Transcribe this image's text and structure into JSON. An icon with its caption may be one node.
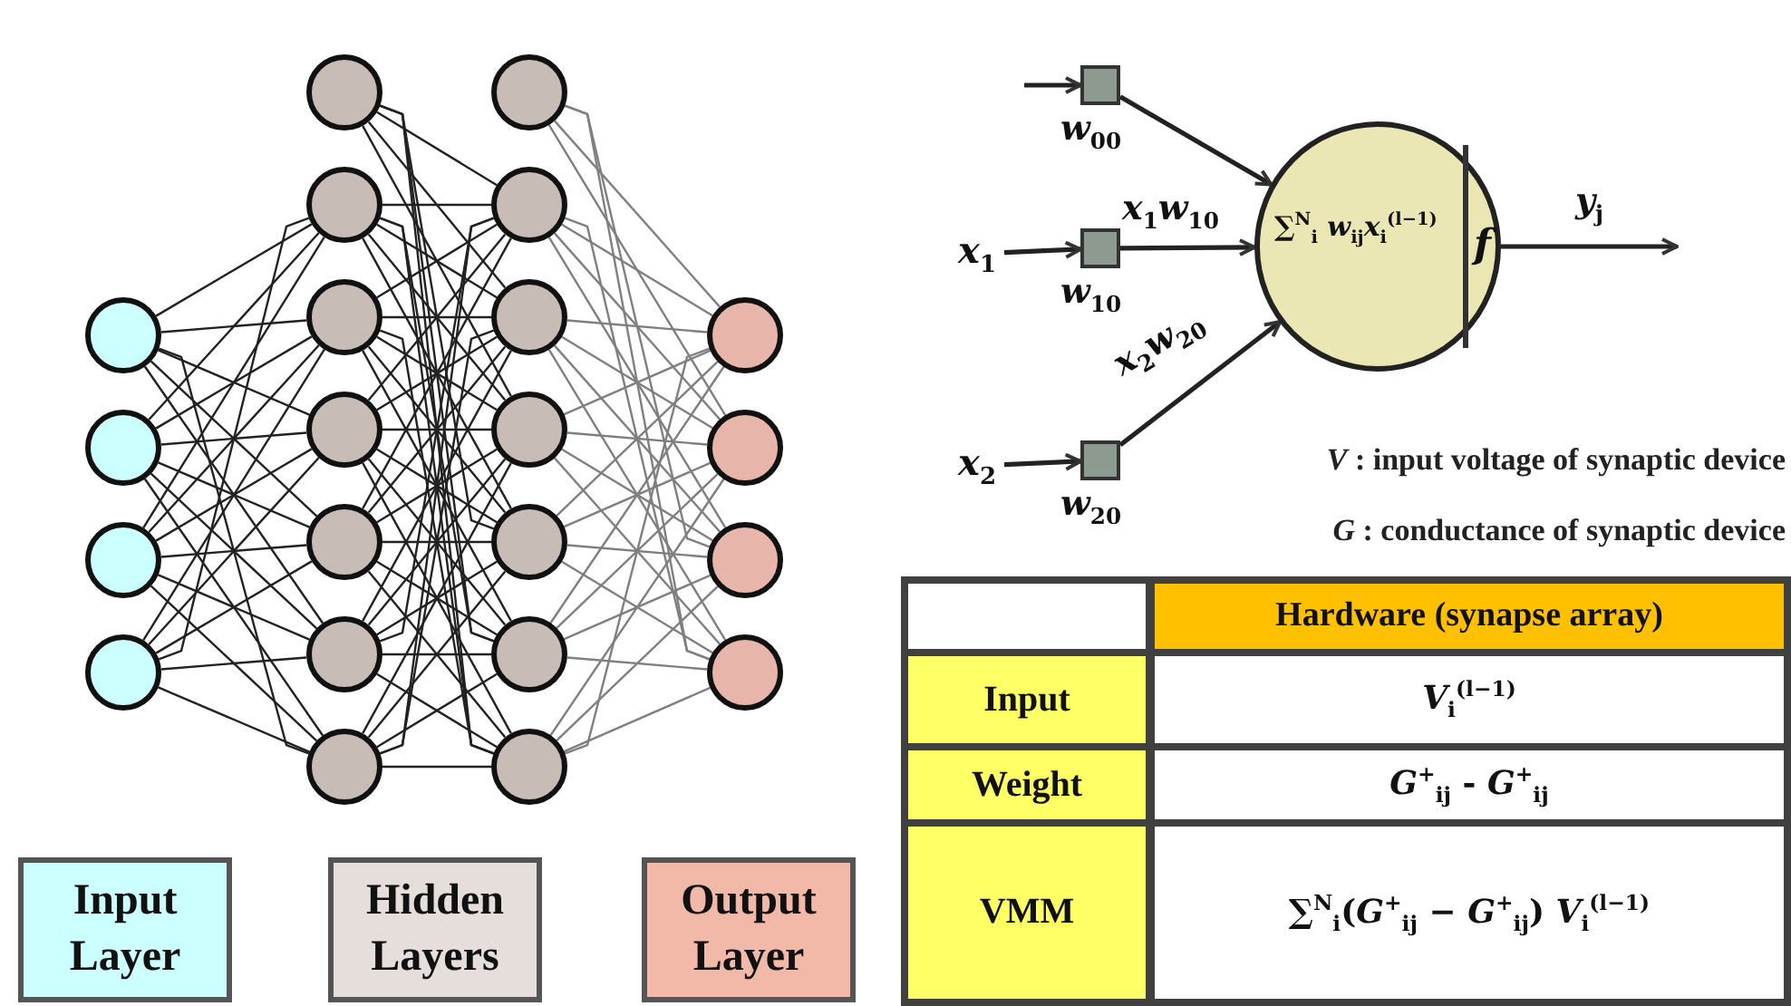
{
  "diagram": {
    "nodes": [
      {
        "text": [],
        "shape": "circle"
      },
      {
        "text": [],
        "shape": "circle"
      },
      {
        "text": [],
        "shape": "circle"
      },
      {
        "text": [],
        "shape": "circle"
      },
      {
        "text": [],
        "shape": "circle"
      },
      {
        "text": [],
        "shape": "circle"
      },
      {
        "text": [],
        "shape": "circle"
      },
      {
        "text": [],
        "shape": "circle"
      },
      {
        "text": [],
        "shape": "circle"
      },
      {
        "text": [],
        "shape": "circle"
      },
      {
        "text": [],
        "shape": "circle"
      },
      {
        "text": [],
        "shape": "circle"
      },
      {
        "text": [],
        "shape": "circle"
      },
      {
        "text": [],
        "shape": "circle"
      },
      {
        "text": [],
        "shape": "circle"
      },
      {
        "text": [],
        "shape": "circle"
      },
      {
        "text": [],
        "shape": "circle"
      },
      {
        "text": [],
        "shape": "circle"
      },
      {
        "text": [],
        "shape": "circle"
      },
      {
        "text": [],
        "shape": "circle"
      },
      {
        "text": [],
        "shape": "circle"
      },
      {
        "text": [],
        "shape": "circle"
      },
      {
        "text": [
          "Input Layer"
        ]
      },
      {
        "text": [
          "Hidden Layers"
        ]
      },
      {
        "text": [
          "Output Layer"
        ]
      },
      {
        "text": [
          "*w*$_{00}$"
        ]
      },
      {
        "text": [
          "*x*$_{1}$"
        ]
      },
      {
        "text": [
          "*w*$_{10}$"
        ]
      },
      {
        "text": [
          "∑$^{N}$$_{i}$ *w*$_{ij}$*x*$_{i}$$^{(l−1)}$",
          "*f*"
        ]
      },
      {
        "text": [
          "*x*$_{2}$"
        ]
      },
      {
        "text": [
          "*w*$_{20}$"
        ]
      }
    ],
    "edges": [
      {
        "from": 0,
        "to": 5,
        "arrow": "none"
      },
      {
        "from": 0,
        "to": 6,
        "arrow": "none"
      },
      {
        "from": 0,
        "to": 7,
        "arrow": "none"
      },
      {
        "from": 0,
        "to": 8,
        "arrow": "none"
      },
      {
        "from": 0,
        "to": 9,
        "arrow": "none"
      },
      {
        "from": 0,
        "to": 10,
        "arrow": "none"
      },
      {
        "from": 1,
        "to": 5,
        "arrow": "none"
      },
      {
        "from": 1,
        "to": 6,
        "arrow": "none"
      },
      {
        "from": 1,
        "to": 7,
        "arrow": "none"
      },
      {
        "from": 1,
        "to": 8,
        "arrow": "none"
      },
      {
        "from": 1,
        "to": 9,
        "arrow": "none"
      },
      {
        "from": 1,
        "to": 10,
        "arrow": "none"
      },
      {
        "from": 2,
        "to": 5,
        "arrow": "none"
      },
      {
        "from": 2,
        "to": 6,
        "arrow": "none"
      },
      {
        "from": 2,
        "to": 7,
        "arrow": "none"
      },
      {
        "from": 2,
        "to": 8,
        "arrow": "none"
      },
      {
        "from": 2,
        "to": 9,
        "arrow": "none"
      },
      {
        "from": 2,
        "to": 10,
        "arrow": "none"
      },
      {
        "from": 3,
        "to": 5,
        "arrow": "none"
      },
      {
        "from": 3,
        "to": 6,
        "arrow": "none"
      },
      {
        "from": 3,
        "to": 7,
        "arrow": "none"
      },
      {
        "from": 3,
        "to": 8,
        "arrow": "none"
      },
      {
        "from": 3,
        "to": 9,
        "arrow": "none"
      },
      {
        "from": 3,
        "to": 10,
        "arrow": "none"
      },
      {
        "from": 4,
        "to": 12,
        "arrow": "none"
      },
      {
        "from": 4,
        "to": 13,
        "arrow": "none"
      },
      {
        "from": 4,
        "to": 14,
        "arrow": "none"
      },
      {
        "from": 4,
        "to": 15,
        "arrow": "none"
      },
      {
        "from": 4,
        "to": 16,
        "arrow": "none"
      },
      {
        "from": 4,
        "to": 17,
        "arrow": "none"
      },
      {
        "from": 5,
        "to": 12,
        "arrow": "none"
      },
      {
        "from": 5,
        "to": 13,
        "arrow": "none"
      },
      {
        "from": 5,
        "to": 14,
        "arrow": "none"
      },
      {
        "from": 5,
        "to": 15,
        "arrow": "none"
      },
      {
        "from": 5,
        "to": 16,
        "arrow": "none"
      },
      {
        "from": 5,
        "to": 17,
        "arrow": "none"
      },
      {
        "from": 6,
        "to": 12,
        "arrow": "none"
      },
      {
        "from": 6,
        "to": 13,
        "arrow": "none"
      },
      {
        "from": 6,
        "to": 14,
        "arrow": "none"
      },
      {
        "from": 6,
        "to": 15,
        "arrow": "none"
      },
      {
        "from": 6,
        "to": 16,
        "arrow": "none"
      },
      {
        "from": 6,
        "to": 17,
        "arrow": "none"
      },
      {
        "from": 7,
        "to": 12,
        "arrow": "none"
      },
      {
        "from": 7,
        "to": 13,
        "arrow": "none"
      },
      {
        "from": 7,
        "to": 14,
        "arrow": "none"
      },
      {
        "from": 7,
        "to": 15,
        "arrow": "none"
      },
      {
        "from": 7,
        "to": 16,
        "arrow": "none"
      },
      {
        "from": 7,
        "to": 17,
        "arrow": "none"
      },
      {
        "from": 8,
        "to": 12,
        "arrow": "none"
      },
      {
        "from": 8,
        "to": 13,
        "arrow": "none"
      },
      {
        "from": 8,
        "to": 14,
        "arrow": "none"
      },
      {
        "from": 8,
        "to": 15,
        "arrow": "none"
      },
      {
        "from": 8,
        "to": 16,
        "arrow": "none"
      },
      {
        "from": 8,
        "to": 17,
        "arrow": "none"
      },
      {
        "from": 9,
        "to": 12,
        "arrow": "none"
      },
      {
        "from": 9,
        "to": 13,
        "arrow": "none"
      },
      {
        "from": 9,
        "to": 14,
        "arrow": "none"
      },
      {
        "from": 9,
        "to": 15,
        "arrow": "none"
      },
      {
        "from": 9,
        "to": 16,
        "arrow": "none"
      },
      {
        "from": 9,
        "to": 17,
        "arrow": "none"
      },
      {
        "from": 10,
        "to": 12,
        "arrow": "none"
      },
      {
        "from": 10,
        "to": 13,
        "arrow": "none"
      },
      {
        "from": 10,
        "to": 14,
        "arrow": "none"
      },
      {
        "from": 10,
        "to": 15,
        "arrow": "none"
      },
      {
        "from": 10,
        "to": 16,
        "arrow": "none"
      },
      {
        "from": 10,
        "to": 17,
        "arrow": "none"
      },
      {
        "from": 11,
        "to": 18,
        "arrow": "none",
        "color": "#7f7f7f"
      },
      {
        "from": 11,
        "to": 19,
        "arrow": "none",
        "color": "#7f7f7f"
      },
      {
        "from": 11,
        "to": 20,
        "arrow": "none",
        "color": "#7f7f7f"
      },
      {
        "from": 11,
        "to": 21,
        "arrow": "none",
        "color": "#7f7f7f"
      },
      {
        "from": 12,
        "to": 18,
        "arrow": "none",
        "color": "#7f7f7f"
      },
      {
        "from": 12,
        "to": 19,
        "arrow": "none",
        "color": "#7f7f7f"
      },
      {
        "from": 12,
        "to": 20,
        "arrow": "none",
        "color": "#7f7f7f"
      },
      {
        "from": 12,
        "to": 21,
        "arrow": "none",
        "color": "#7f7f7f"
      },
      {
        "from": 13,
        "to": 18,
        "arrow": "none",
        "color": "#7f7f7f"
      },
      {
        "from": 13,
        "to": 19,
        "arrow": "none",
        "color": "#7f7f7f"
      },
      {
        "from": 13,
        "to": 20,
        "arrow": "none",
        "color": "#7f7f7f"
      },
      {
        "from": 13,
        "to": 21,
        "arrow": "none",
        "color": "#7f7f7f"
      },
      {
        "from": 14,
        "to": 18,
        "arrow": "none",
        "color": "#7f7f7f"
      },
      {
        "from": 14,
        "to": 19,
        "arrow": "none",
        "color": "#7f7f7f"
      },
      {
        "from": 14,
        "to": 20,
        "arrow": "none",
        "color": "#7f7f7f"
      },
      {
        "from": 14,
        "to": 21,
        "arrow": "none",
        "color": "#7f7f7f"
      },
      {
        "from": 15,
        "to": 18,
        "arrow": "none",
        "color": "#7f7f7f"
      },
      {
        "from": 15,
        "to": 19,
        "arrow": "none",
        "color": "#7f7f7f"
      },
      {
        "from": 15,
        "to": 20,
        "arrow": "none",
        "color": "#7f7f7f"
      },
      {
        "from": 15,
        "to": 21,
        "arrow": "none",
        "color": "#7f7f7f"
      },
      {
        "from": 16,
        "to": 18,
        "arrow": "none",
        "color": "#7f7f7f"
      },
      {
        "from": 16,
        "to": 19,
        "arrow": "none",
        "color": "#7f7f7f"
      },
      {
        "from": 16,
        "to": 20,
        "arrow": "none",
        "color": "#7f7f7f"
      },
      {
        "from": 16,
        "to": 21,
        "arrow": "none",
        "color": "#7f7f7f"
      },
      {
        "from": 17,
        "to": 18,
        "arrow": "none",
        "color": "#7f7f7f"
      },
      {
        "from": 17,
        "to": 19,
        "arrow": "none",
        "color": "#7f7f7f"
      },
      {
        "from": 17,
        "to": 20,
        "arrow": "none",
        "color": "#7f7f7f"
      },
      {
        "from": 17,
        "to": 21,
        "arrow": "none",
        "color": "#7f7f7f"
      },
      {
        "from": null,
        "to": 25,
        "arrow": "to"
      },
      {
        "from": 26,
        "to": 27,
        "arrow": "to"
      },
      {
        "from": 29,
        "to": 30,
        "arrow": "to"
      },
      {
        "from": 25,
        "to": 28,
        "arrow": "to"
      },
      {
        "from": 27,
        "to": 28,
        "arrow": "to",
        "label": "*x*$_{1}$*w*$_{10}$"
      },
      {
        "from": 30,
        "to": 28,
        "arrow": "to",
        "label": "*x*$_{2}$*w*$_{20}$"
      },
      {
        "from": 28,
        "to": null,
        "arrow": "to",
        "label": "*y*$_{j}$"
      }
    ],
    "labels": [
      "*V* : input voltage of synaptic device",
      "*G* : conductance of synaptic device",
      "Hardware (synapse array)",
      "Input",
      "*V*$_{i}$$^{(l−1)}$",
      "Weight",
      "*G*$^{+}$$_{ij}$ - *G*$^{+}$$_{ij}$",
      "VMM",
      "∑$^{N}$$_{i}$(*G*$^{+}$$_{ij}$ − *G*$^{+}$$_{ij}$) *V*$_{i}$$^{(l−1)}$"
    ]
  }
}
